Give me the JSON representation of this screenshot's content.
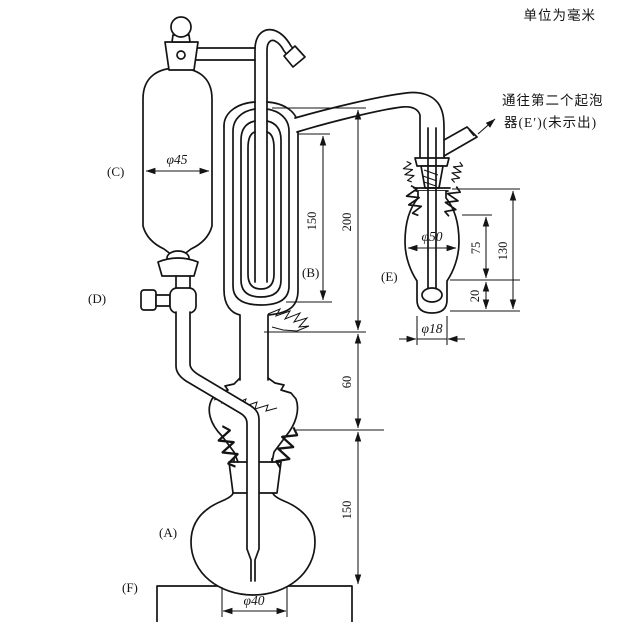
{
  "colors": {
    "ink": "#141414",
    "background": "#ffffff"
  },
  "units_note": "单位为毫米",
  "annotation": {
    "line1": "通往第二个起泡",
    "line2": "器(E′)(未示出)"
  },
  "part_labels": {
    "a": "(A)",
    "b": "(B)",
    "c": "(C)",
    "d": "(D)",
    "e": "(E)",
    "f": "(F)"
  },
  "dimensions": {
    "c_diameter": "φ45",
    "b_inner_height": "150",
    "b_overall_height": "200",
    "b_to_a_gap": "60",
    "a_section_height": "150",
    "a_base_diameter": "φ40",
    "e_body_diameter": "φ50",
    "e_body_height": "75",
    "e_overall_height": "130",
    "e_tip_height": "20",
    "e_tube_diameter": "φ18"
  }
}
